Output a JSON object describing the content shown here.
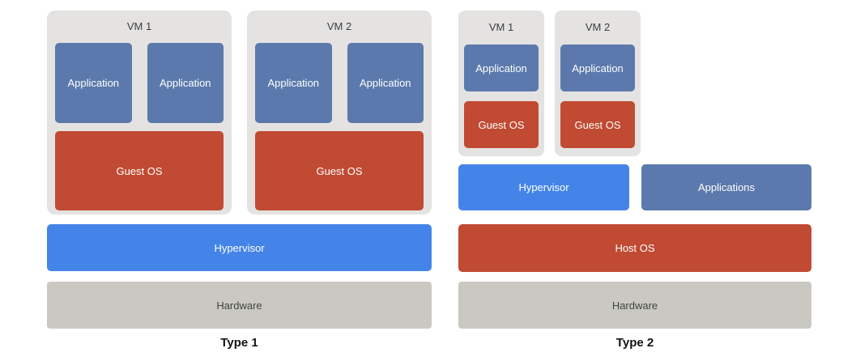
{
  "type1": {
    "caption": "Type 1",
    "vm1": {
      "title": "VM 1",
      "app1": "Application",
      "app2": "Application",
      "os": "Guest OS"
    },
    "vm2": {
      "title": "VM 2",
      "app1": "Application",
      "app2": "Application",
      "os": "Guest OS"
    },
    "hypervisor": "Hypervisor",
    "hardware": "Hardware"
  },
  "type2": {
    "caption": "Type 2",
    "vm1": {
      "title": "VM 1",
      "app": "Application",
      "os": "Guest OS"
    },
    "vm2": {
      "title": "VM 2",
      "app": "Application",
      "os": "Guest OS"
    },
    "hypervisor": "Hypervisor",
    "applications": "Applications",
    "host_os": "Host OS",
    "hardware": "Hardware"
  },
  "colors": {
    "application_blue": "#5B79AC",
    "hypervisor_blue": "#4484E8",
    "os_red": "#C14A33",
    "vm_container_gray": "#E4E3E1",
    "hardware_gray": "#C9C8C2"
  }
}
